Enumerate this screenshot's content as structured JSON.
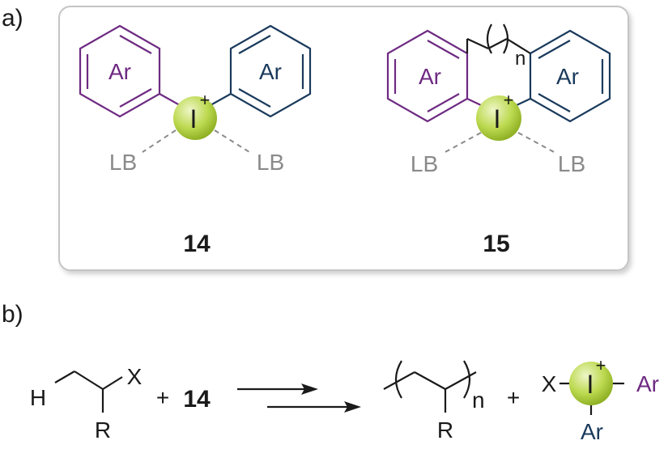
{
  "panel_a": {
    "label": "a)",
    "compound_14": {
      "number": "14",
      "ar_left": "Ar",
      "ar_right": "Ar",
      "iodine": "I",
      "charge": "+",
      "lb_left": "LB",
      "lb_right": "LB"
    },
    "compound_15": {
      "number": "15",
      "ar_left": "Ar",
      "ar_right": "Ar",
      "iodine": "I",
      "charge": "+",
      "lb_left": "LB",
      "lb_right": "LB",
      "bridge_subscript": "n"
    }
  },
  "panel_b": {
    "label": "b)",
    "substrate": {
      "h": "H",
      "x": "X",
      "r": "R"
    },
    "plus_1": "+",
    "reagent": "14",
    "polymer": {
      "r": "R",
      "subscript": "n"
    },
    "plus_2": "+",
    "byproduct": {
      "x": "X",
      "iodine": "I",
      "charge": "+",
      "ar_right": "Ar",
      "ar_bottom": "Ar"
    }
  },
  "colors": {
    "purple": "#6e2a82",
    "navy": "#1a3a5c",
    "gray": "#8a8a8a",
    "black": "#1a1a1a",
    "iodine_light": "#e2efb0",
    "iodine_dark": "#8fb31d",
    "box_border": "#c4c4c4"
  }
}
